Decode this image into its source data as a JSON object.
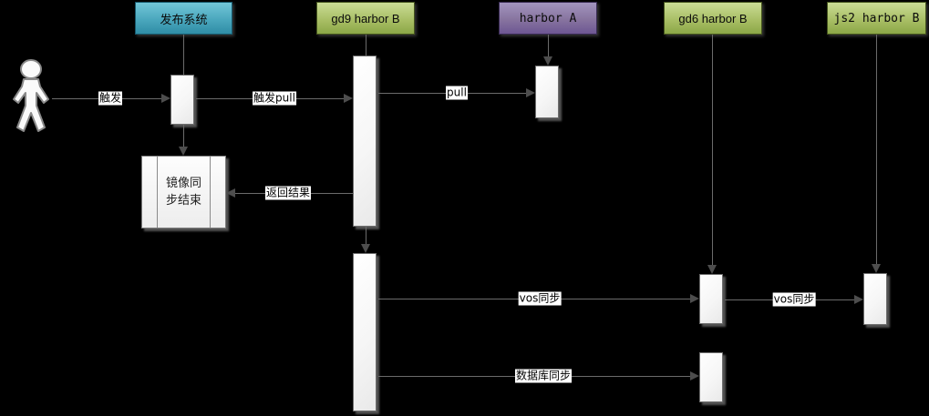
{
  "diagram": {
    "type": "uml-sequence",
    "background": "#000000",
    "participants": [
      {
        "id": "user",
        "type": "actor",
        "icon": "person-icon"
      },
      {
        "id": "release-system",
        "label": "发布系统",
        "color_top": "#72c6d8",
        "color_bottom": "#2f8da6",
        "border": "#17586c"
      },
      {
        "id": "gd9-harbor-b",
        "label": "gd9 harbor B",
        "color_top": "#cadc95",
        "color_bottom": "#8ca747",
        "border": "#45541e"
      },
      {
        "id": "harbor-a",
        "label": "harbor A",
        "color_top": "#a294be",
        "color_bottom": "#6d5693",
        "border": "#382b52"
      },
      {
        "id": "gd6-harbor-b",
        "label": "gd6 harbor B",
        "color_top": "#cadc95",
        "color_bottom": "#8ca747",
        "border": "#45541e"
      },
      {
        "id": "js2-harbor-b",
        "label": "js2 harbor B",
        "color_top": "#cadc95",
        "color_bottom": "#8ca747",
        "border": "#45541e"
      }
    ],
    "messages": [
      {
        "id": "trigger",
        "label": "触发",
        "from": "user",
        "to": "release-system"
      },
      {
        "id": "trigger-pull",
        "label": "触发pull",
        "from": "release-system",
        "to": "gd9-harbor-b"
      },
      {
        "id": "pull",
        "label": "pull",
        "from": "gd9-harbor-b",
        "to": "harbor-a"
      },
      {
        "id": "return-result",
        "label": "返回结果",
        "from": "gd9-harbor-b",
        "to": "mirror-sync-end"
      },
      {
        "id": "vos-sync-1",
        "label": "vos同步",
        "from": "gd9-harbor-b",
        "to": "gd6-harbor-b"
      },
      {
        "id": "vos-sync-2",
        "label": "vos同步",
        "from": "gd6-harbor-b",
        "to": "js2-harbor-b"
      },
      {
        "id": "db-sync",
        "label": "数据库同步",
        "from": "gd9-harbor-b",
        "to": "gd6-harbor-b"
      }
    ],
    "nodes": [
      {
        "id": "mirror-sync-end",
        "label": "镜像同步结束"
      }
    ],
    "colors": {
      "line": "#6b6b6b",
      "arrowhead": "#4d4d4d",
      "activation_fill": "#f6f6f6",
      "activation_border": "#6e6e6e",
      "label_bg": "#ffffff",
      "label_fg": "#000000"
    }
  }
}
